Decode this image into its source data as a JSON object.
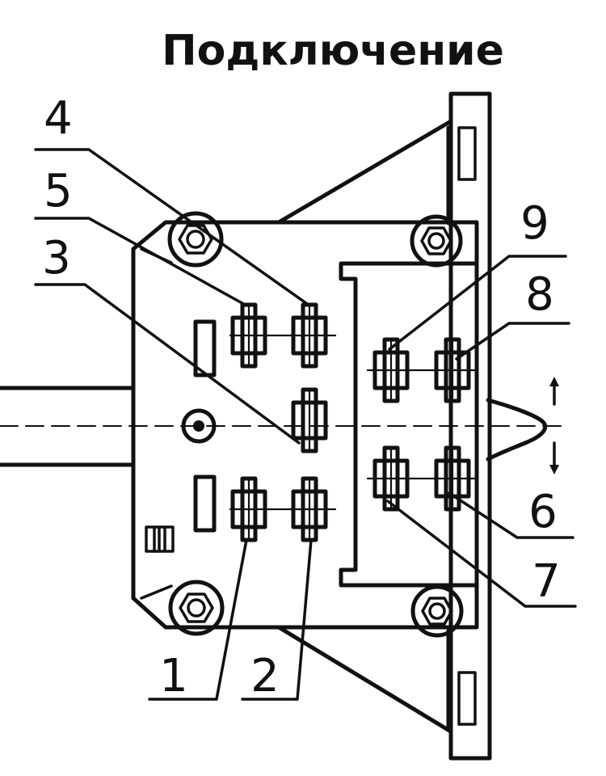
{
  "title": "Подключение",
  "callouts": [
    {
      "id": "c4",
      "label": "4"
    },
    {
      "id": "c5",
      "label": "5"
    },
    {
      "id": "c3",
      "label": "3"
    },
    {
      "id": "c9",
      "label": "9"
    },
    {
      "id": "c8",
      "label": "8"
    },
    {
      "id": "c6",
      "label": "6"
    },
    {
      "id": "c7",
      "label": "7"
    },
    {
      "id": "c1",
      "label": "1"
    },
    {
      "id": "c2",
      "label": "2"
    }
  ]
}
